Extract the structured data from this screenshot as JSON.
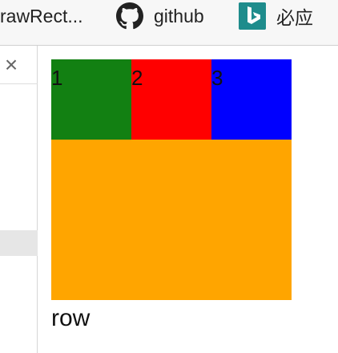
{
  "bookmarks": {
    "items": [
      {
        "label": "rawRect...",
        "icon": "none"
      },
      {
        "label": "github",
        "icon": "github-icon"
      },
      {
        "label": "必应",
        "icon": "bing-icon"
      }
    ]
  },
  "sidebar": {
    "close_label": "×"
  },
  "demo": {
    "cells": [
      {
        "label": "1",
        "color": "#128012"
      },
      {
        "label": "2",
        "color": "#ff0000"
      },
      {
        "label": "3",
        "color": "#0000ff"
      }
    ],
    "container_color": "#ffa500",
    "caption": "row"
  }
}
